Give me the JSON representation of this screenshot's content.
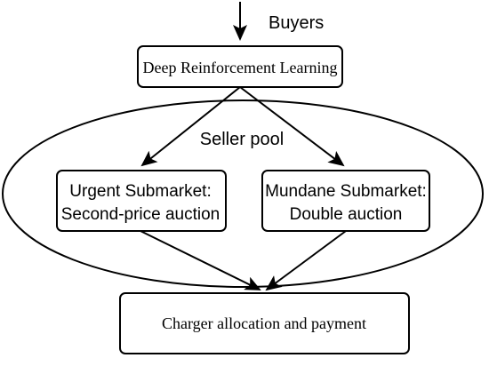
{
  "diagram": {
    "buyers_label": "Buyers",
    "drl_label": "Deep Reinforcement Learning",
    "seller_pool_label": "Seller pool",
    "urgent": {
      "line1": "Urgent Submarket:",
      "line2": "Second-price auction"
    },
    "mundane": {
      "line1": "Mundane Submarket:",
      "line2": "Double auction"
    },
    "charger_label": "Charger allocation and payment"
  }
}
